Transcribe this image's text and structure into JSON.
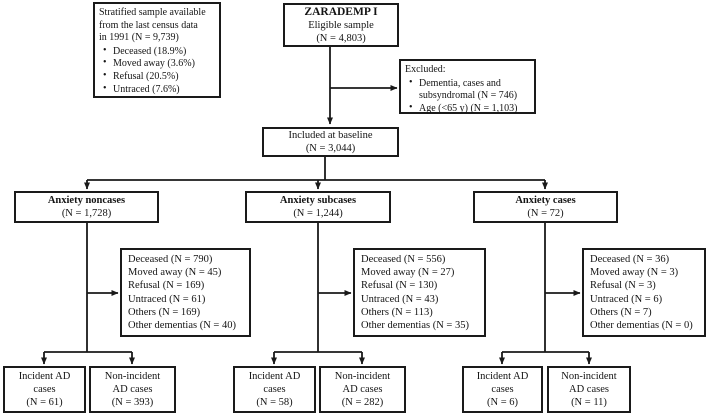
{
  "diagram": {
    "colors": {
      "background": "#ffffff",
      "line": "#1a1a1a",
      "text": "#141414"
    },
    "stratified_note": {
      "text_lines": [
        "Stratified sample available",
        "from the last census data",
        "in 1991 (N = 9,739)"
      ],
      "bullets": [
        "Deceased (18.9%)",
        "Moved away (3.6%)",
        "Refusal (20.5%)",
        "Untraced (7.6%)"
      ]
    },
    "eligible": {
      "title": "ZARADEMP I",
      "subtitle": "Eligible sample",
      "n": "(N = 4,803)"
    },
    "excluded": {
      "title": "Excluded:",
      "bullets": [
        "Dementia, cases and subsyndromal (N = 746)",
        "Age (<65 y) (N = 1,103)"
      ]
    },
    "included": {
      "title": "Included at baseline",
      "n": "(N = 3,044)"
    },
    "branches": [
      {
        "title": "Anxiety noncases",
        "n": "(N = 1,728)",
        "losses": [
          "Deceased (N = 790)",
          "Moved away (N = 45)",
          "Refusal (N = 169)",
          "Untraced (N = 61)",
          "Others (N = 169)",
          "Other dementias (N = 40)"
        ],
        "incident": [
          "Incident AD",
          "cases",
          "(N = 61)"
        ],
        "non_incident": [
          "Non-incident",
          "AD cases",
          "(N = 393)"
        ]
      },
      {
        "title": "Anxiety subcases",
        "n": "(N = 1,244)",
        "losses": [
          "Deceased (N = 556)",
          "Moved away (N = 27)",
          "Refusal (N = 130)",
          "Untraced (N = 43)",
          "Others (N = 113)",
          "Other dementias (N = 35)"
        ],
        "incident": [
          "Incident AD",
          "cases",
          "(N = 58)"
        ],
        "non_incident": [
          "Non-incident",
          "AD cases",
          "(N = 282)"
        ]
      },
      {
        "title": "Anxiety cases",
        "n": "(N = 72)",
        "losses": [
          "Deceased (N = 36)",
          "Moved away (N = 3)",
          "Refusal (N = 3)",
          "Untraced (N = 6)",
          "Others (N = 7)",
          "Other dementias (N = 0)"
        ],
        "incident": [
          "Incident AD",
          "cases",
          "(N = 6)"
        ],
        "non_incident": [
          "Non-incident",
          "AD cases",
          "(N = 11)"
        ]
      }
    ]
  }
}
